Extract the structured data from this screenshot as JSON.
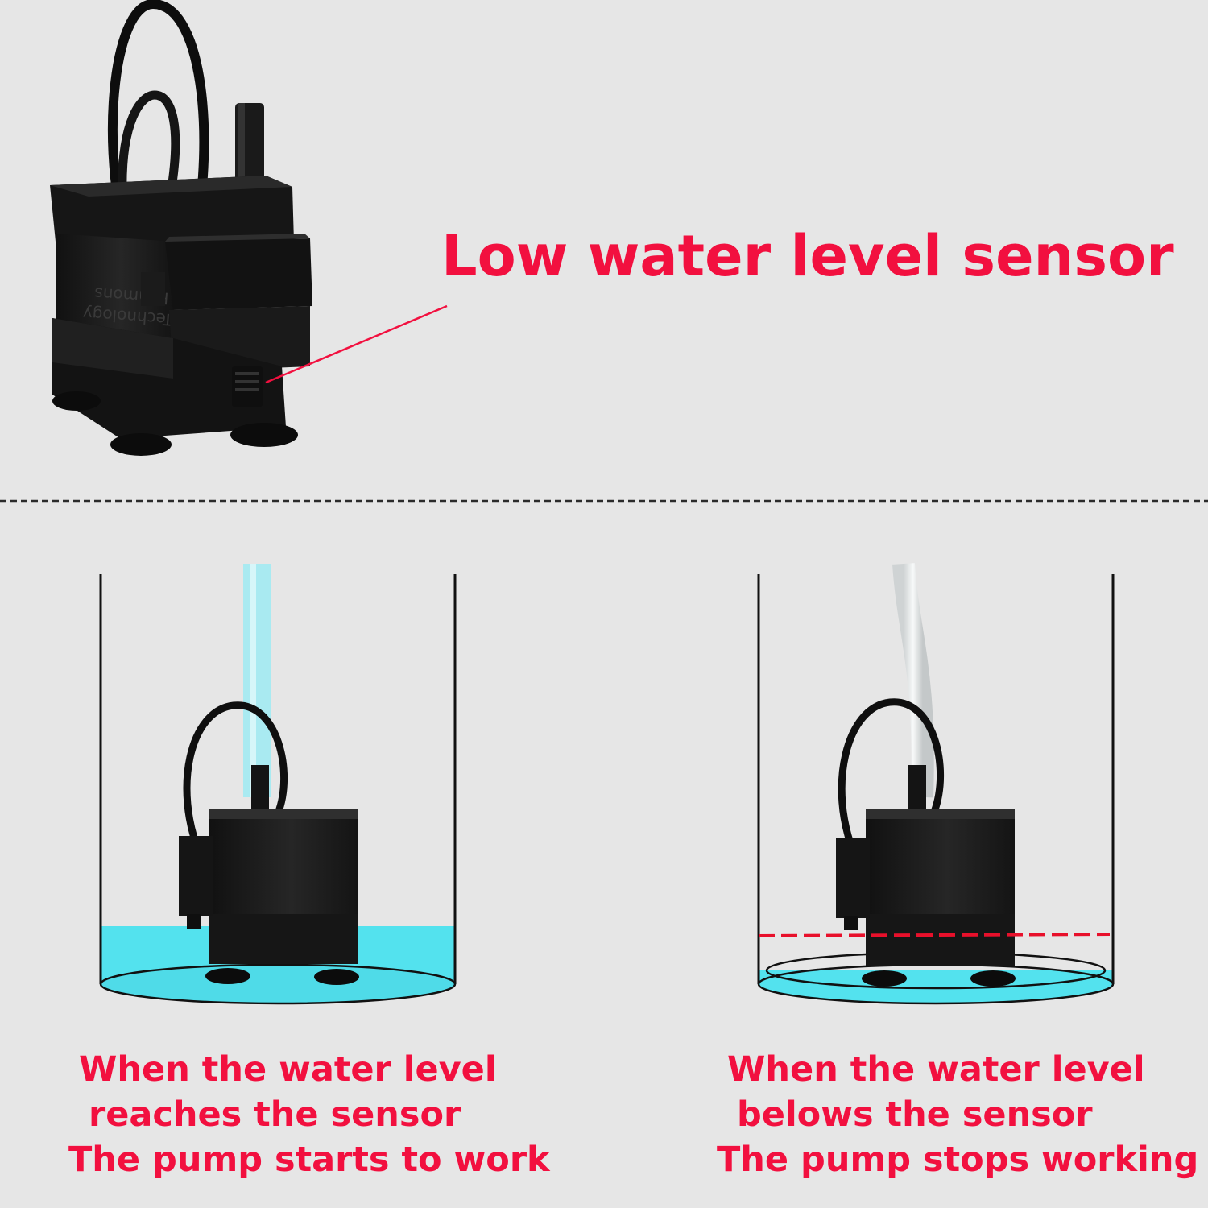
{
  "headline": "Low water level sensor",
  "pump_brand": [
    "Roamons",
    "Technology"
  ],
  "left_panel": {
    "caption": [
      "When the water level",
      "reaches the sensor",
      " The pump starts to work"
    ],
    "tube_state": "filled-with-water"
  },
  "right_panel": {
    "caption": [
      "When the water level",
      "belows the sensor",
      " The pump stops working"
    ],
    "tube_state": "empty"
  },
  "colors": {
    "accent_text": "#f2103f",
    "water": "#53e2ee",
    "pump_body": "#1a1a1a",
    "background": "#e6e6e6"
  }
}
